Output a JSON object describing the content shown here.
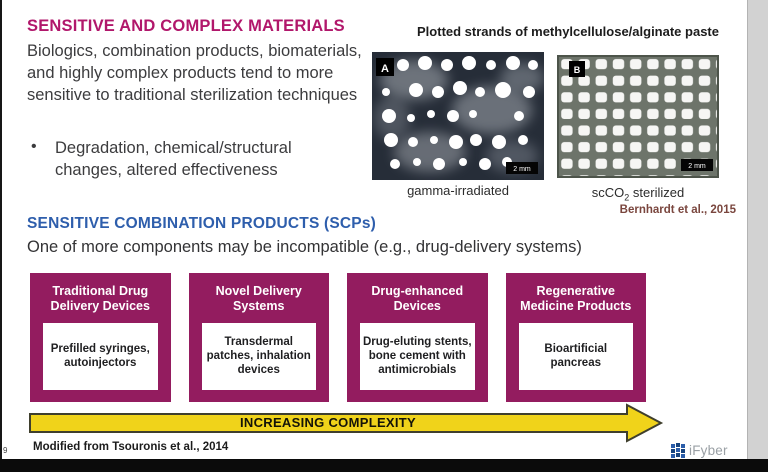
{
  "slide": {
    "section1": {
      "heading": "SENSITIVE AND COMPLEX MATERIALS",
      "body": "Biologics, combination products, biomaterials, and highly complex products tend to more sensitive to traditional sterilization techniques",
      "bullet_marker": "•",
      "bullet": "Degradation, chemical/structural changes, altered effectiveness"
    },
    "figure": {
      "title": "Plotted strands of methylcellulose/alginate paste",
      "panel_a": {
        "label": "A",
        "caption": "gamma-irradiated",
        "scale_bar": "2 mm"
      },
      "panel_b": {
        "label": "B",
        "caption_pre": "scCO",
        "caption_sub": "2",
        "caption_post": " sterilized",
        "scale_bar": "2 mm"
      },
      "citation": "Bernhardt et al., 2015"
    },
    "section2": {
      "heading": "SENSITIVE COMBINATION PRODUCTS (SCPs)",
      "subtitle": "One of more components may be incompatible (e.g., drug-delivery systems)",
      "categories": [
        {
          "title": "Traditional Drug Delivery Devices",
          "examples": "Prefilled syringes, autoinjectors"
        },
        {
          "title": "Novel Delivery Systems",
          "examples": "Transdermal patches, inhalation devices"
        },
        {
          "title": "Drug-enhanced Devices",
          "examples": "Drug-eluting stents, bone cement with antimicrobials"
        },
        {
          "title": "Regenerative Medicine Products",
          "examples": "Bioartificial pancreas"
        }
      ],
      "arrow_label": "INCREASING COMPLEXITY"
    },
    "footer": {
      "source": "Modified from Tsouronis et al., 2014",
      "page_number": "9",
      "logo_text": "iFyber"
    },
    "colors": {
      "heading1": "#b1176b",
      "heading2": "#2e5eac",
      "category_box": "#931c5f",
      "arrow_fill": "#f0d31a",
      "citation": "#7a463e"
    }
  }
}
